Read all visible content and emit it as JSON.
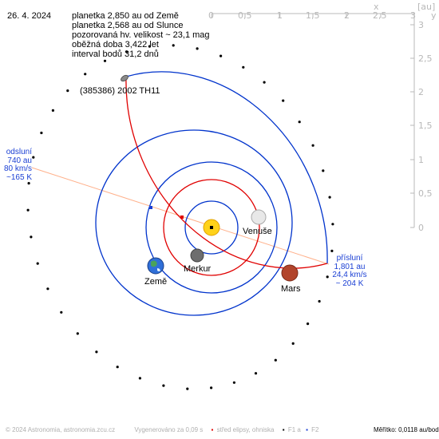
{
  "date": "26. 4. 2024",
  "info_lines": [
    "planetka 2,850 au od Země",
    "planetka 2,568 au od Slunce",
    "pozorovaná hv. velikost ~ 23,1 mag",
    "oběžná doba 3,422 let",
    "interval bodů 31,2 dnů"
  ],
  "asteroid_name": "(385386) 2002 TH11",
  "perihelion": {
    "lines": [
      "přísluní",
      "1,801 au",
      "24,4 km/s",
      "~ 204 K"
    ]
  },
  "aphelion": {
    "lines": [
      "odsluní",
      "740 au",
      "80 km/s",
      "~165 K"
    ]
  },
  "planets": {
    "venus": "Venuše",
    "mercury": "Merkur",
    "earth": "Země",
    "mars": "Mars"
  },
  "axis": {
    "x_label": "x",
    "y_label": "y",
    "unit": "[au]",
    "x_ticks": [
      "0",
      "0,5",
      "1",
      "1,5",
      "2",
      "2,5",
      "3"
    ],
    "y_ticks": [
      "3",
      "2,5",
      "2",
      "1,5",
      "1",
      "0,5",
      "0"
    ]
  },
  "footer": {
    "copyright": "© 2024 Astronomia, astronomia.zcu.cz",
    "generated": "Vygenerováno za 0,09 s",
    "legend_center": "střed elipsy, ohniska",
    "legend_f1": "F1 a",
    "legend_f2": "F2",
    "scale": "Měřítko: 0,0118 au/bod"
  },
  "colors": {
    "orbit_inner": "#e00000",
    "orbit_outer": "#0033cc",
    "label_blue": "#1a3fd4",
    "axis_line": "#b8b8b8",
    "apsis_line": "#ffb08a"
  }
}
